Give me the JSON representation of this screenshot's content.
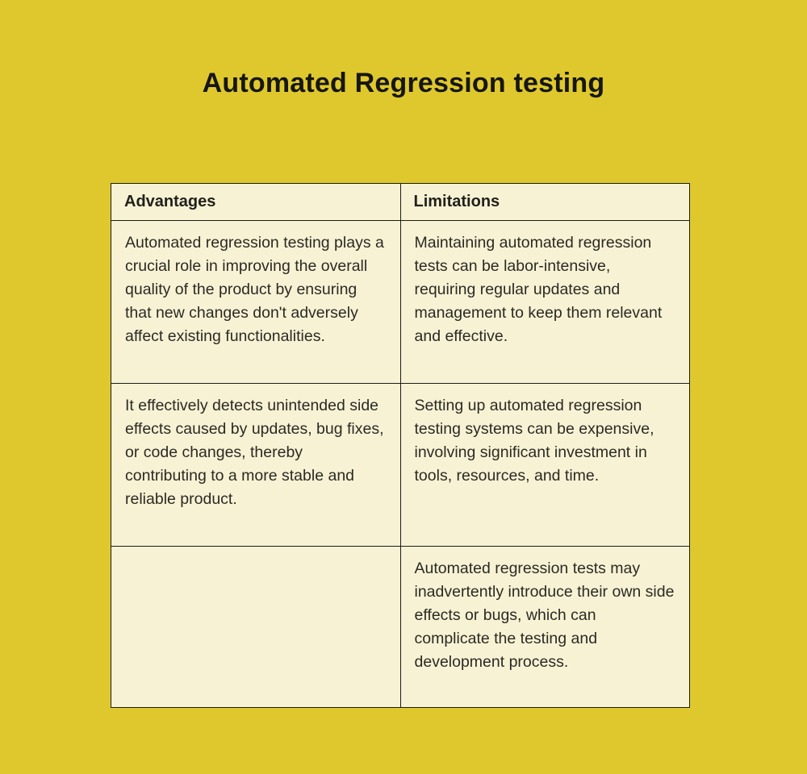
{
  "page": {
    "title": "Automated Regression testing",
    "background_color": "#dec82e",
    "table_background_color": "#f8f2d5",
    "border_color": "#1c1c18",
    "text_color": "#2b2a23"
  },
  "table": {
    "columns": [
      {
        "header": "Advantages"
      },
      {
        "header": "Limitations"
      }
    ],
    "rows": [
      {
        "advantages": "Automated regression testing plays a crucial role in improving the overall quality of the product by ensuring that new changes don't adversely affect existing functionalities.",
        "limitations": "Maintaining automated regression tests can be labor-intensive, requiring regular updates and management to keep them relevant and effective."
      },
      {
        "advantages": "It effectively detects unintended side effects caused by updates, bug fixes, or code changes, thereby contributing to a more stable and reliable product.",
        "limitations": "Setting up automated regression testing systems can be expensive, involving significant investment in tools, resources, and time."
      },
      {
        "advantages": "",
        "limitations": "Automated regression tests may inadvertently introduce their own side effects or bugs, which can complicate the testing and development process."
      }
    ]
  }
}
